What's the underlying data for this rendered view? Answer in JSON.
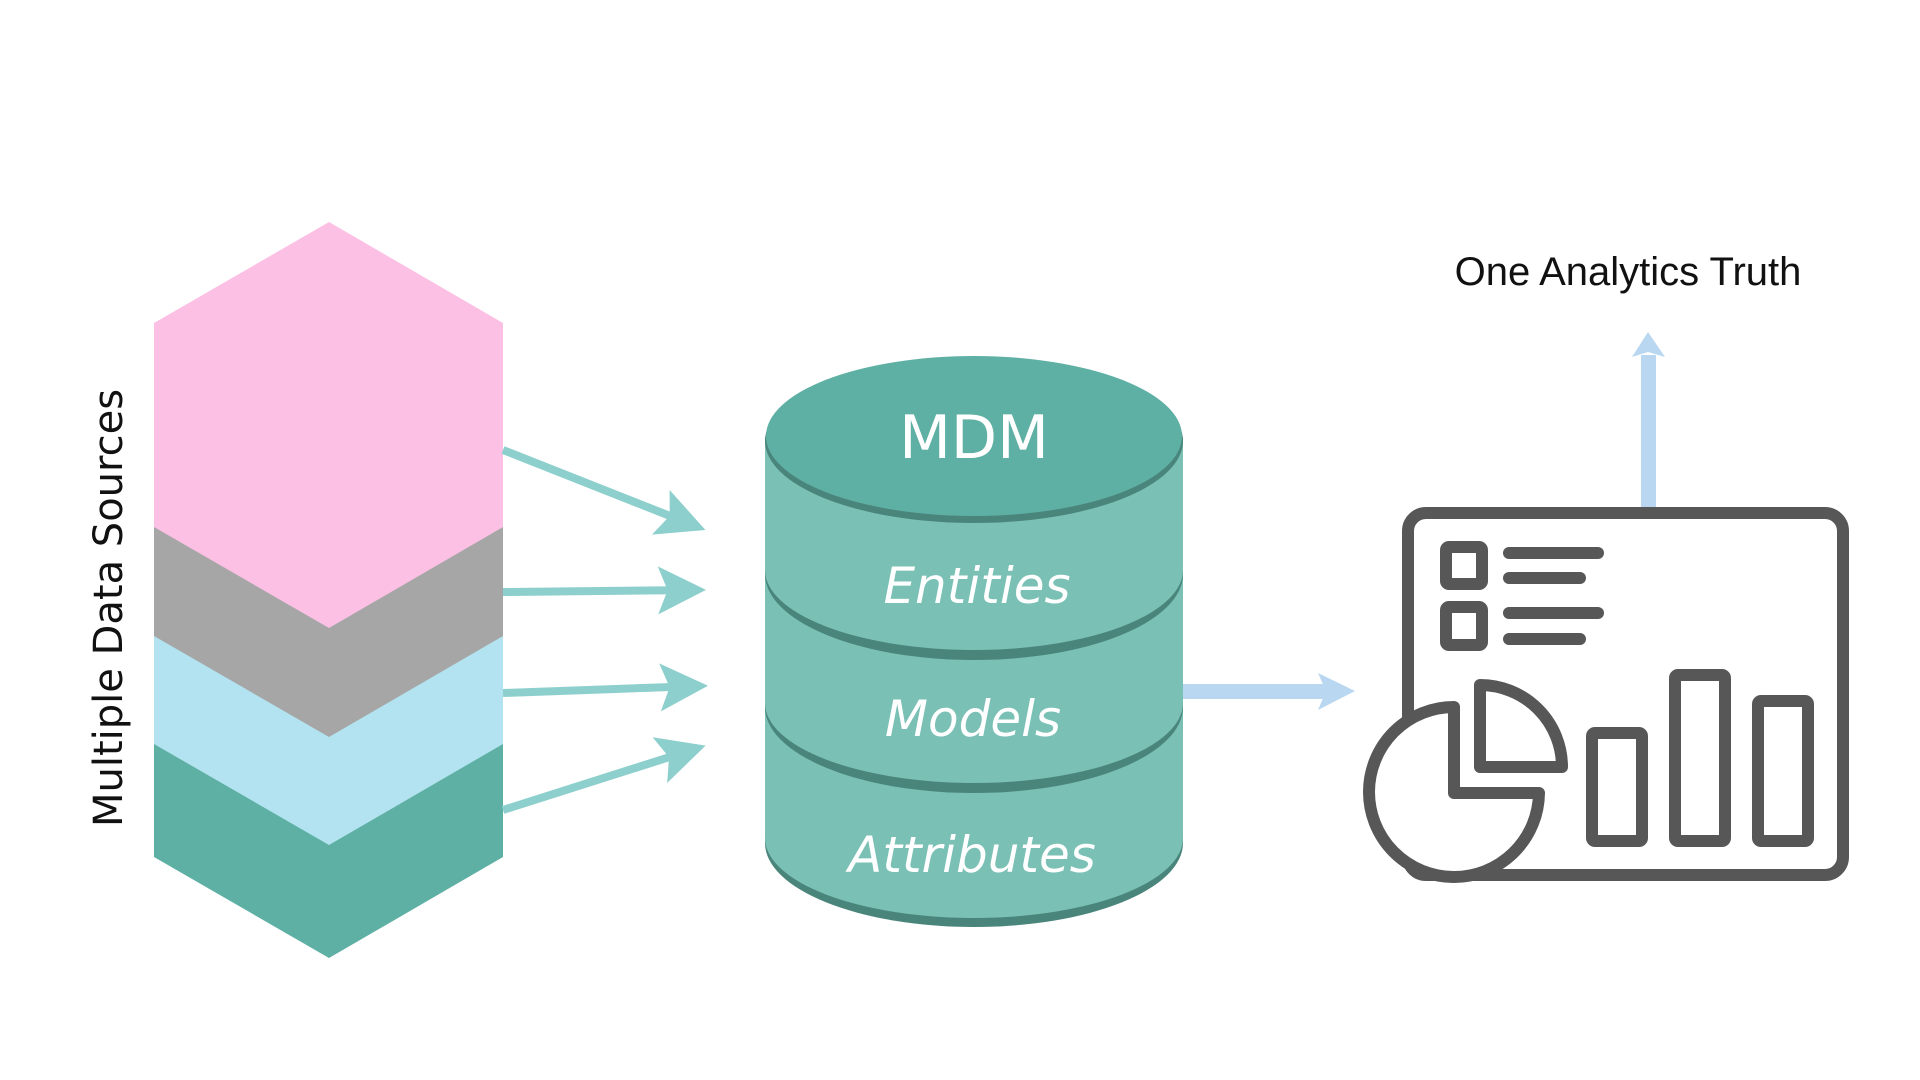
{
  "sources": {
    "label": "Multiple Data Sources",
    "layers": [
      {
        "name": "source-1",
        "color": "#fcc0e4"
      },
      {
        "name": "source-2",
        "color": "#a6a6a6"
      },
      {
        "name": "source-3",
        "color": "#b3e3f0"
      },
      {
        "name": "source-4",
        "color": "#5fb0a4"
      }
    ],
    "arrow_color": "#8ccfcc"
  },
  "mdm": {
    "title": "MDM",
    "layers": [
      "Entities",
      "Models",
      "Attributes"
    ],
    "colors": {
      "top": "#5fb0a4",
      "body": "#7ac0b5",
      "edge": "#4a857c"
    }
  },
  "output": {
    "title": "One Analytics Truth",
    "arrow_color": "#b9d7f0",
    "icon": "dashboard-report-icon",
    "icon_color": "#575757"
  }
}
